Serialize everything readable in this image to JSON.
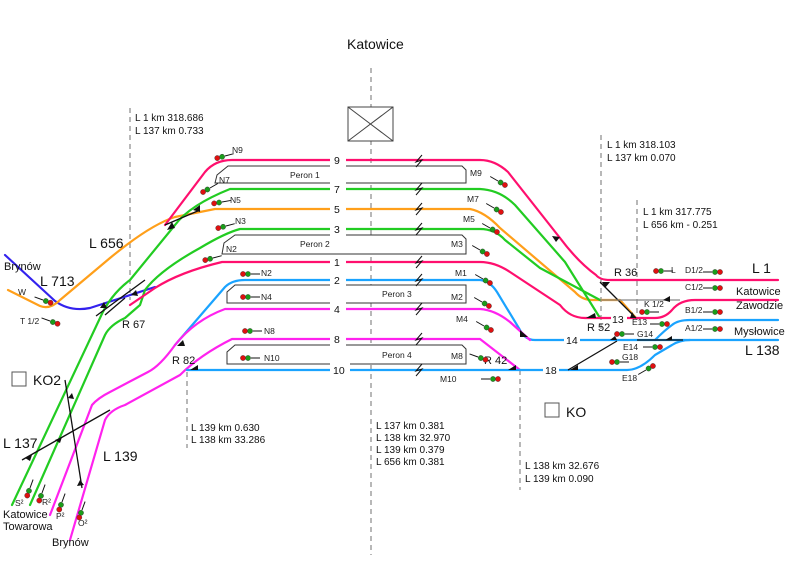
{
  "title": "Katowice",
  "colors": {
    "pink": "#ff0f6e",
    "green": "#22cc22",
    "orange": "#ff9f1a",
    "blue": "#1aa3ff",
    "magenta": "#ff22ee",
    "purple": "#3322ee"
  },
  "km_markers": {
    "top_left": [
      "L 1    km  318.686",
      "L 137 km     0.733"
    ],
    "top_right": [
      "L 1    km  318.103",
      "L 137 km     0.070"
    ],
    "right": [
      "L 1    km   317.775",
      "L 656 km   - 0.251"
    ],
    "bottom_left": [
      "L 139 km    0.630",
      "L 138 km  33.286"
    ],
    "center": [
      "L 137 km     0.381",
      "L 138 km  32.970",
      "L 139 km     0.379",
      "L 656 km     0.381"
    ],
    "bottom_right": [
      "L 138 km  32.676",
      "L 139 km     0.090"
    ]
  },
  "tracks": [
    "9",
    "7",
    "5",
    "3",
    "1",
    "2",
    "4",
    "8",
    "10",
    "13",
    "14",
    "18"
  ],
  "platforms": [
    "Peron 1",
    "Peron 2",
    "Peron 3",
    "Peron 4"
  ],
  "lines": {
    "l656": "L 656",
    "l713": "L 713",
    "l1": "L 1",
    "l138": "L 138",
    "l137": "L 137",
    "l139": "L 139"
  },
  "places": {
    "brynow_top": "Brynów",
    "katowice_zawodzie": [
      "Katowice",
      "Zawodzie"
    ],
    "myslowice": "Mysłowice",
    "katowice_towarowa": [
      "Katowice",
      "Towarowa"
    ],
    "brynow_bottom": "Brynów"
  },
  "switch_posts": [
    "R 67",
    "R 82",
    "R 42",
    "R 52",
    "R 36"
  ],
  "boxes": {
    "ko2": "KO2",
    "ko": "KO"
  },
  "signals": {
    "N9": "N9",
    "N7": "N7",
    "N5": "N5",
    "N3": "N3",
    "N2a": "N2",
    "N2b": "N2",
    "N4": "N4",
    "N8": "N8",
    "N10": "N10",
    "M9": "M9",
    "M7": "M7",
    "M5": "M5",
    "M3": "M3",
    "M1": "M1",
    "M2": "M2",
    "M4": "M4",
    "M8": "M8",
    "M10": "M10",
    "W": "W",
    "T12": "T 1/2",
    "L": "L",
    "D12": "D1/2",
    "C12": "C1/2",
    "K12": "K 1/2",
    "E13": "E13",
    "G14": "G14",
    "B12": "B1/2",
    "A12": "A1/2",
    "E14": "E14",
    "G18": "G18",
    "E18": "E18",
    "S2": "S²",
    "R2": "R²",
    "P2": "P²",
    "O2": "O²"
  }
}
